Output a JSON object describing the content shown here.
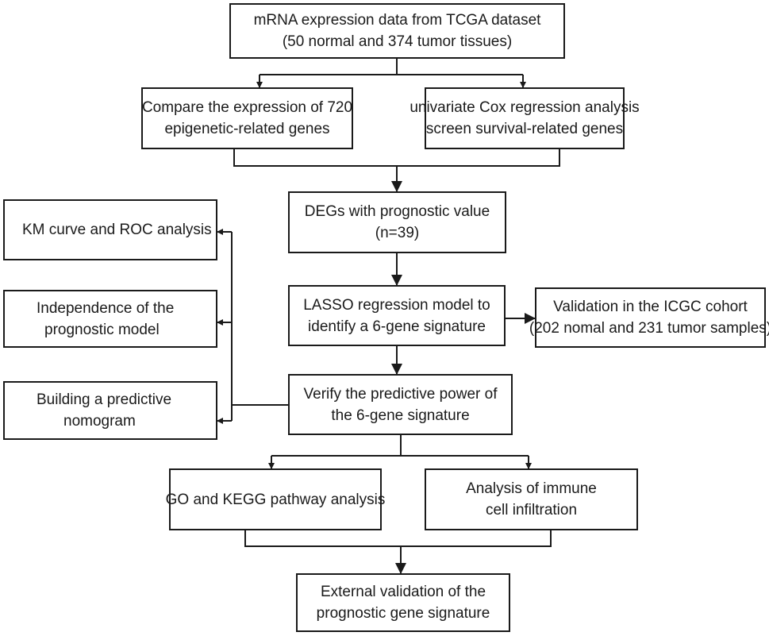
{
  "nodes": {
    "tcga": {
      "line1": "mRNA expression data from TCGA dataset",
      "line2": "(50 normal and 374 tumor tissues)"
    },
    "compare": {
      "line1": "Compare the expression of 720",
      "line2": "epigenetic-related genes"
    },
    "cox": {
      "line1": "univariate Cox regression analysis",
      "line2": "screen survival-related genes"
    },
    "degs": {
      "line1": "DEGs with prognostic value",
      "line2": "(n=39)"
    },
    "lasso": {
      "line1": "LASSO regression model to",
      "line2": "identify a 6-gene signature"
    },
    "icgc": {
      "line1": "Validation in the ICGC cohort",
      "line2": "(202 nomal and 231 tumor samples)"
    },
    "verify": {
      "line1": "Verify the predictive power of",
      "line2": "the 6-gene signature"
    },
    "km": {
      "line1": "KM curve and ROC analysis"
    },
    "independence": {
      "line1": "Independence of the",
      "line2": "prognostic model"
    },
    "nomogram": {
      "line1": "Building a predictive",
      "line2": "nomogram"
    },
    "go": {
      "line1": "GO and KEGG pathway analysis"
    },
    "immune": {
      "line1": "Analysis of immune",
      "line2": "cell infiltration"
    },
    "external": {
      "line1": "External validation of the",
      "line2": "prognostic gene signature"
    }
  }
}
